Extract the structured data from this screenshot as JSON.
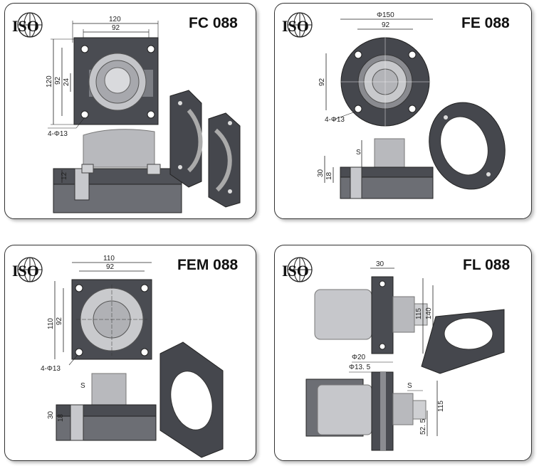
{
  "panels": [
    {
      "id": "fc",
      "title": "FC 088",
      "logo": "ISO",
      "dims": {
        "w_outer": "120",
        "w_inner": "92",
        "h_outer": "120",
        "h_inner": "92",
        "h_small": "24",
        "holes": "4-Φ13",
        "thick": "12"
      }
    },
    {
      "id": "fe",
      "title": "FE 088",
      "logo": "ISO",
      "dims": {
        "diam": "Φ150",
        "w_inner": "92",
        "h_inner": "92",
        "holes": "4-Φ13",
        "s": "S",
        "h30": "30",
        "h18": "18"
      }
    },
    {
      "id": "fem",
      "title": "FEM 088",
      "logo": "ISO",
      "dims": {
        "w_outer": "110",
        "w_inner": "92",
        "h_outer": "110",
        "h_inner": "92",
        "holes": "4-Φ13",
        "s": "S",
        "h30": "30",
        "h18": "18"
      }
    },
    {
      "id": "fl",
      "title": "FL 088",
      "logo": "ISO",
      "dims": {
        "w30": "30",
        "h140": "140",
        "h115": "115",
        "d20": "Φ20",
        "d13": "Φ13. 5",
        "s": "S",
        "h115b": "115",
        "h52": "52. 5"
      }
    }
  ],
  "colors": {
    "dark": "#3c3e44",
    "mid": "#6e7076",
    "light": "#c9cacd",
    "metal": "#b5b6ba"
  }
}
